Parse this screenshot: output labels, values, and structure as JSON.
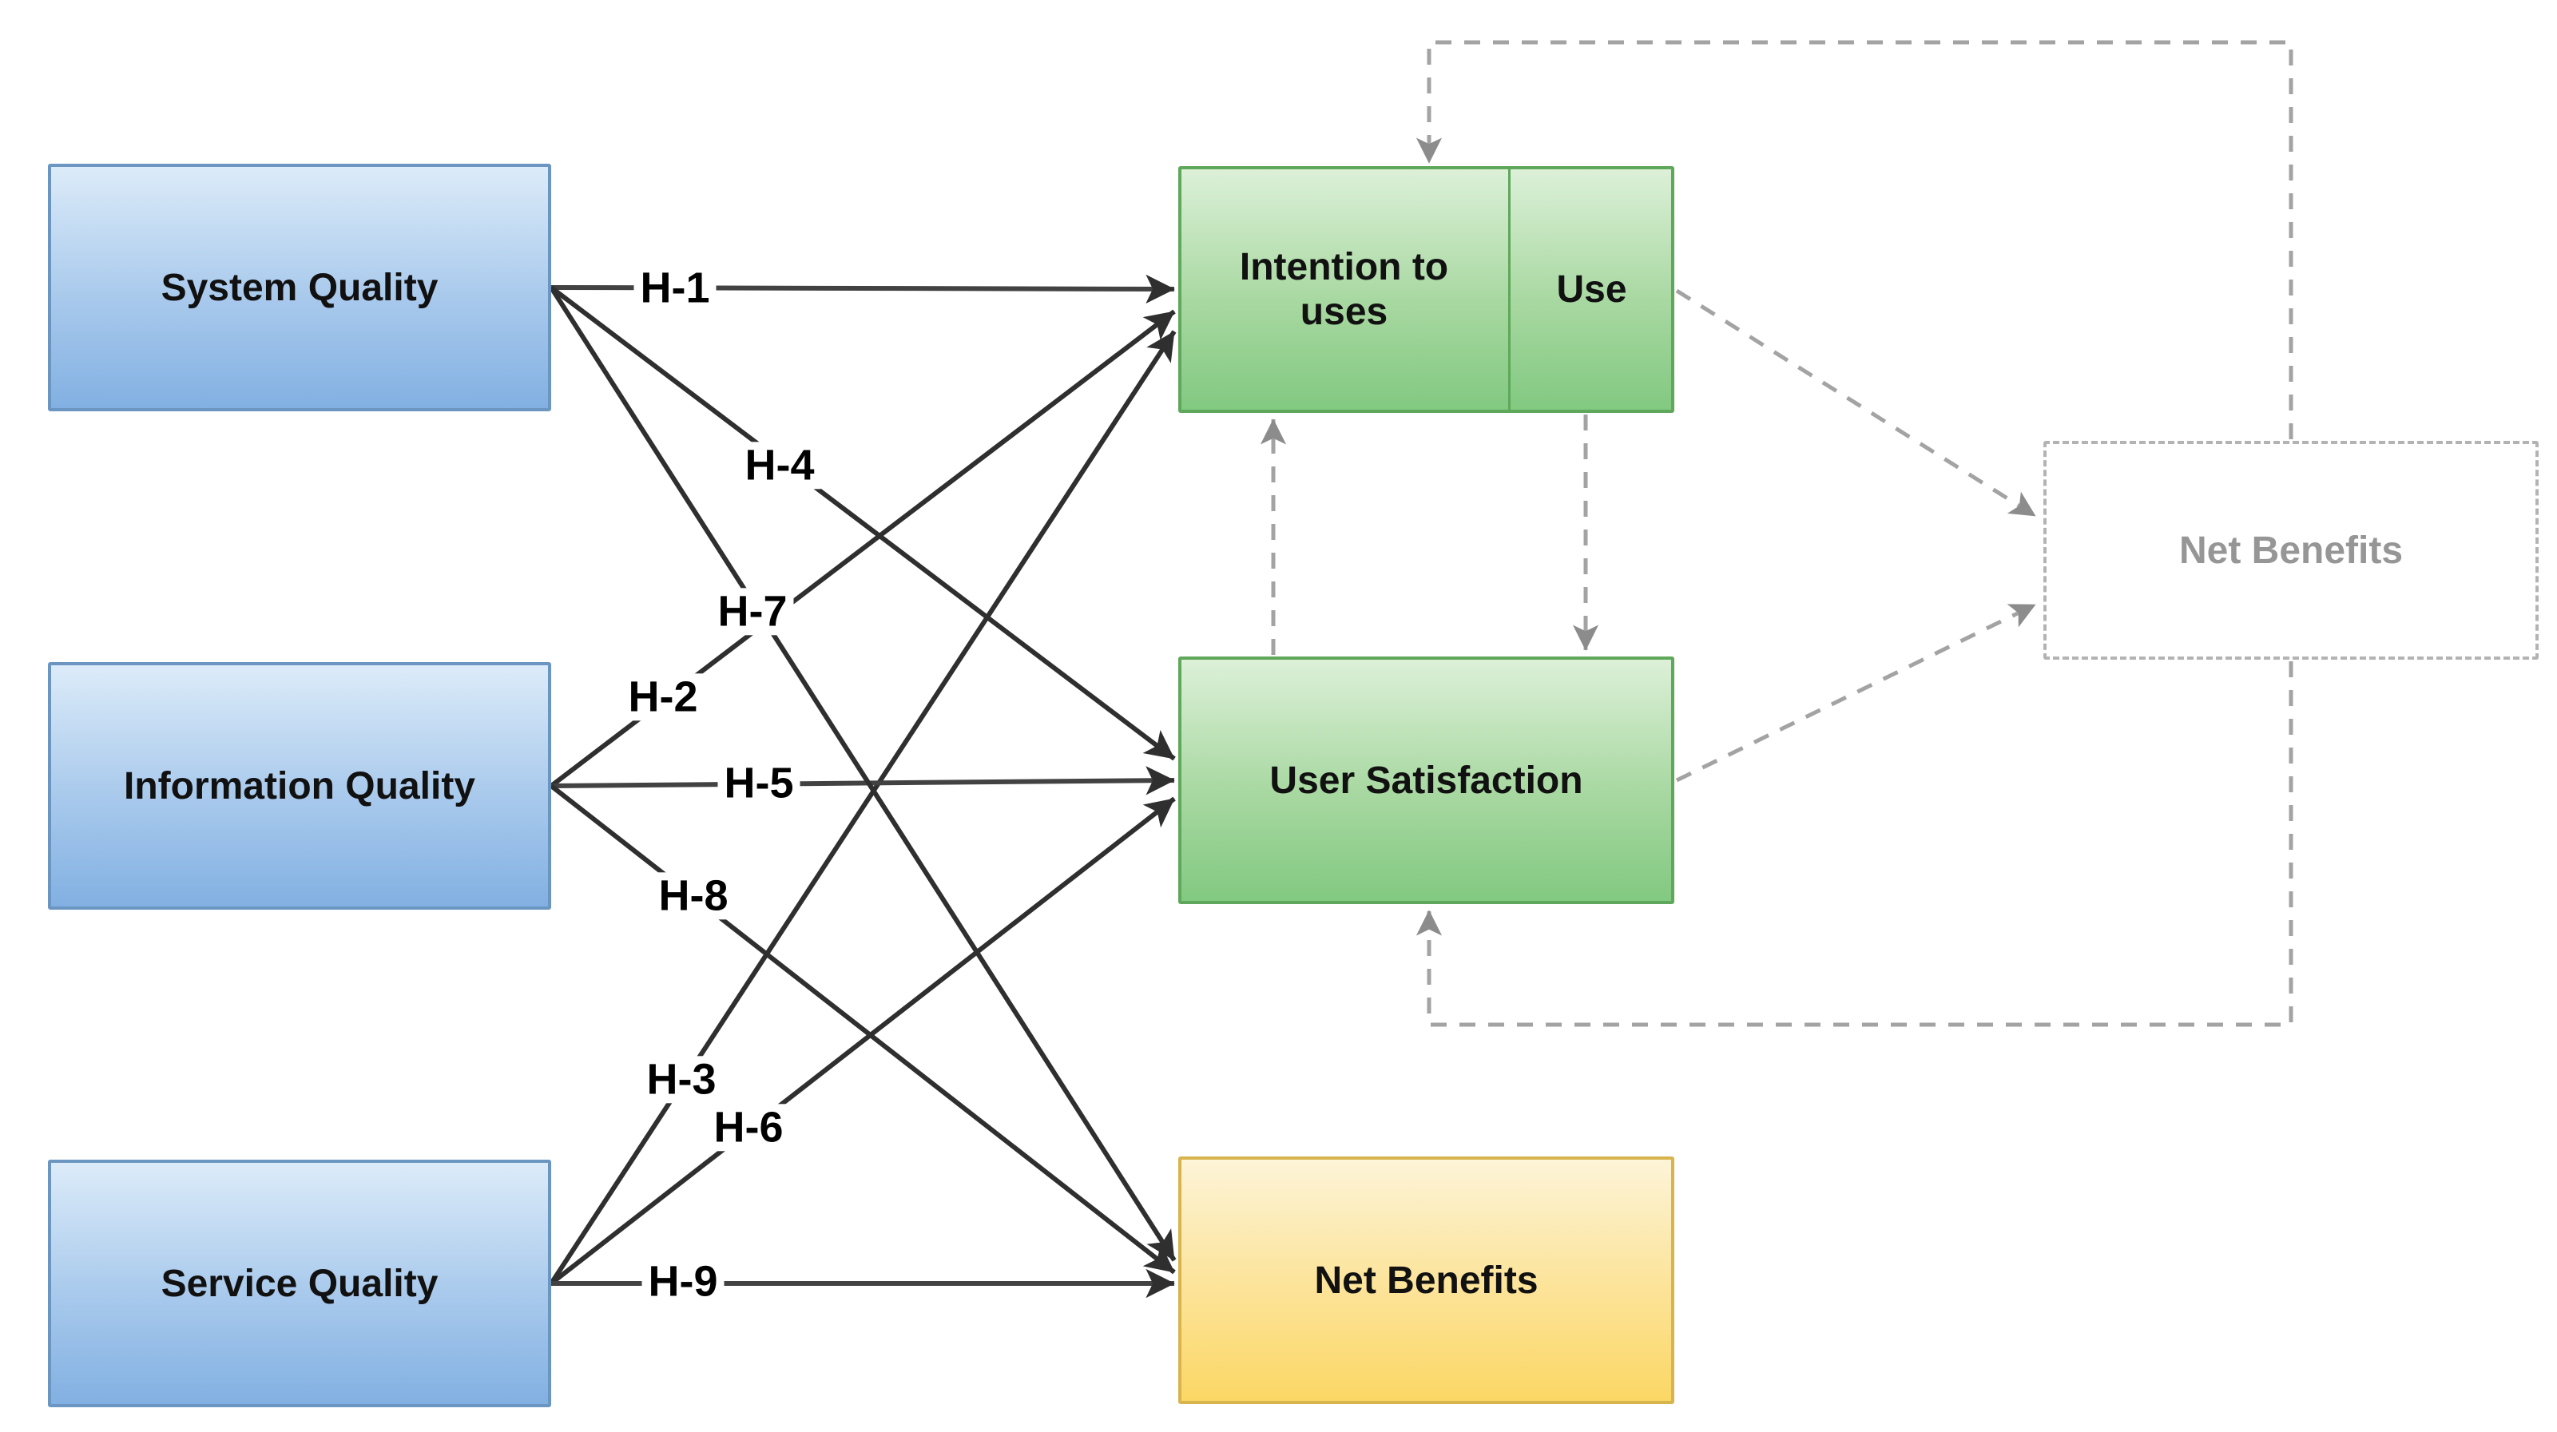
{
  "diagram": {
    "type": "is-success-model",
    "background": "#ffffff",
    "colors": {
      "quality_box_fill_top": "#dcebf9",
      "quality_box_fill_bottom": "#82b0e2",
      "quality_box_border": "#6b96c1",
      "use_box_fill_top": "#dcf0d8",
      "use_box_fill_bottom": "#82c981",
      "use_box_border": "#5fa75a",
      "benefit_box_fill_top": "#fdf4d8",
      "benefit_box_fill_bottom": "#fbd765",
      "benefit_box_border": "#d8b44e",
      "dashed_box_border": "#b3b3b3",
      "dashed_box_text": "#969696",
      "solid_edge_color": "#424242",
      "dashed_edge_color": "#a3a3a3",
      "label_text_color": "#000000"
    },
    "nodes": {
      "system_quality": {
        "label": "System Quality"
      },
      "information_quality": {
        "label": "Information Quality"
      },
      "service_quality": {
        "label": "Service Quality"
      },
      "intention_to_use": {
        "label_left": "Intention to uses",
        "label_right": "Use"
      },
      "user_satisfaction": {
        "label": "User Satisfaction"
      },
      "net_benefits": {
        "label": "Net Benefits"
      },
      "net_benefits_future": {
        "label": "Net Benefits"
      }
    },
    "edges": [
      {
        "label": "H-1",
        "from": "System Quality",
        "to": "Intention to uses",
        "style": "solid-arrow"
      },
      {
        "label": "H-2",
        "from": "Information Quality",
        "to": "Intention to uses",
        "style": "solid-arrow"
      },
      {
        "label": "H-3",
        "from": "Service Quality",
        "to": "Intention to uses",
        "style": "solid-arrow"
      },
      {
        "label": "H-4",
        "from": "System Quality",
        "to": "User Satisfaction",
        "style": "solid-arrow"
      },
      {
        "label": "H-5",
        "from": "Information Quality",
        "to": "User Satisfaction",
        "style": "solid-arrow"
      },
      {
        "label": "H-6",
        "from": "Service Quality",
        "to": "User Satisfaction",
        "style": "solid-arrow"
      },
      {
        "label": "H-7",
        "from": "System Quality",
        "to": "Net Benefits",
        "style": "solid-arrow"
      },
      {
        "label": "H-8",
        "from": "Information Quality",
        "to": "Net Benefits",
        "style": "solid-arrow"
      },
      {
        "label": "H-9",
        "from": "Service Quality",
        "to": "Net Benefits",
        "style": "solid-arrow"
      }
    ],
    "dashed_edges": [
      {
        "from": "Use",
        "to": "User Satisfaction",
        "style": "dashed-arrow"
      },
      {
        "from": "User Satisfaction",
        "to": "Intention to uses",
        "style": "dashed-arrow"
      },
      {
        "from": "Use",
        "to": "Net Benefits (dashed)",
        "style": "dashed-arrow"
      },
      {
        "from": "User Satisfaction",
        "to": "Net Benefits (dashed)",
        "style": "dashed-arrow"
      },
      {
        "from": "Net Benefits (dashed)",
        "to": "Intention to uses",
        "style": "dashed-arrow-loop-top"
      },
      {
        "from": "Net Benefits (dashed)",
        "to": "User Satisfaction",
        "style": "dashed-arrow-loop-bottom"
      }
    ]
  }
}
